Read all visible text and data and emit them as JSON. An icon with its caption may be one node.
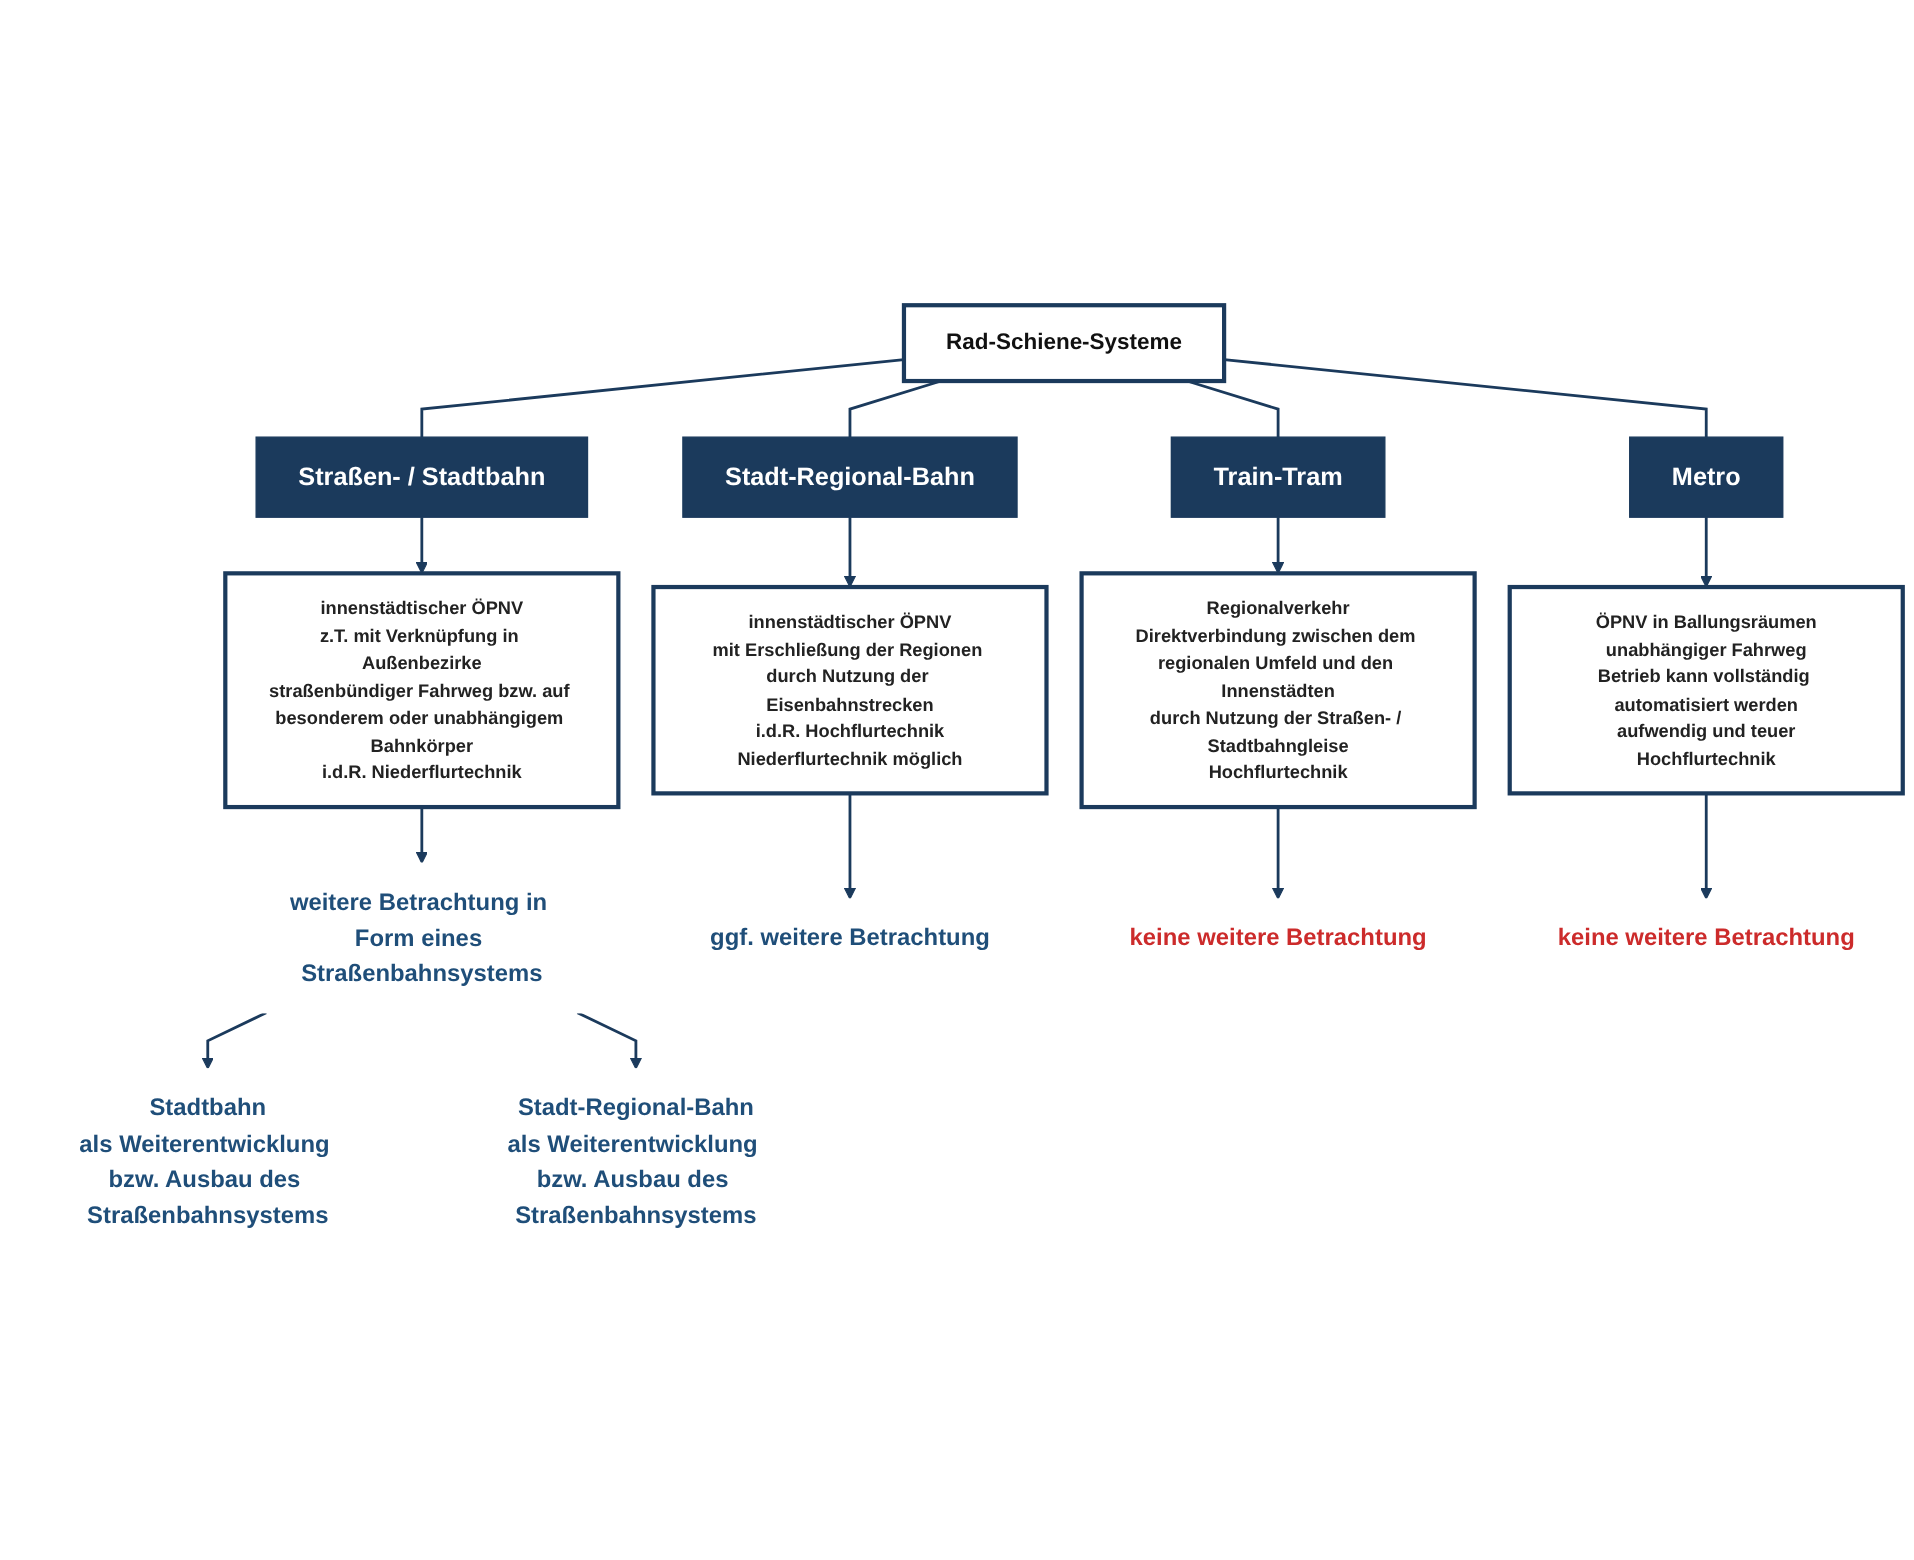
{
  "diagram": {
    "nodes": [
      {
        "text": [
          "Rad-Schiene-Systeme"
        ]
      },
      {
        "text": [
          "Straßen- / Stadtbahn"
        ]
      },
      {
        "text": [
          "Stadt-Regional-Bahn"
        ]
      },
      {
        "text": [
          "Train-Tram"
        ]
      },
      {
        "text": [
          "Metro"
        ]
      },
      {
        "text": [
          "innenstädtischer ÖPNV",
          "z.T. mit Verknüpfung in Außenbezirke",
          "straßenbündiger Fahrweg bzw. auf besonderem oder unabhängigem Bahnkörper",
          "i.d.R. Niederflurtechnik"
        ]
      },
      {
        "text": [
          "innenstädtischer ÖPNV",
          "mit Erschließung der Regionen durch Nutzung der Eisenbahnstrecken",
          "i.d.R. Hochflurtechnik",
          "Niederflurtechnik möglich"
        ]
      },
      {
        "text": [
          "Regionalverkehr",
          "Direktverbindung zwischen dem regionalen Umfeld und den Innenstädten",
          "durch Nutzung der Straßen- / Stadtbahngleise",
          "Hochflurtechnik"
        ]
      },
      {
        "text": [
          "ÖPNV in Ballungsräumen",
          "unabhängiger Fahrweg",
          "Betrieb kann vollständig automatisiert werden",
          "aufwendig und teuer",
          "Hochflurtechnik"
        ]
      },
      {
        "text": [
          "weitere Betrachtung in Form eines Straßenbahnsystems"
        ]
      },
      {
        "text": [
          "ggf. weitere Betrachtung"
        ]
      },
      {
        "text": [
          "keine weitere Betrachtung"
        ]
      },
      {
        "text": [
          "keine weitere Betrachtung"
        ]
      },
      {
        "text": [
          "Stadtbahn",
          "als Weiterentwicklung bzw. Ausbau des Straßenbahnsystems"
        ]
      },
      {
        "text": [
          "Stadt-Regional-Bahn",
          "als Weiterentwicklung bzw. Ausbau des Straßenbahnsystems"
        ]
      }
    ],
    "edges": [
      {
        "from": 0,
        "to": 1,
        "arrow": "none"
      },
      {
        "from": 0,
        "to": 2,
        "arrow": "none"
      },
      {
        "from": 0,
        "to": 3,
        "arrow": "none"
      },
      {
        "from": 0,
        "to": 4,
        "arrow": "none"
      },
      {
        "from": 1,
        "to": 5,
        "arrow": "to"
      },
      {
        "from": 2,
        "to": 6,
        "arrow": "to"
      },
      {
        "from": 3,
        "to": 7,
        "arrow": "to"
      },
      {
        "from": 4,
        "to": 8,
        "arrow": "to"
      },
      {
        "from": 5,
        "to": 9,
        "arrow": "to"
      },
      {
        "from": 6,
        "to": 10,
        "arrow": "to"
      },
      {
        "from": 7,
        "to": 11,
        "arrow": "to"
      },
      {
        "from": 8,
        "to": 12,
        "arrow": "to"
      },
      {
        "from": 9,
        "to": 13,
        "arrow": "to"
      },
      {
        "from": 9,
        "to": 14,
        "arrow": "to"
      }
    ]
  }
}
